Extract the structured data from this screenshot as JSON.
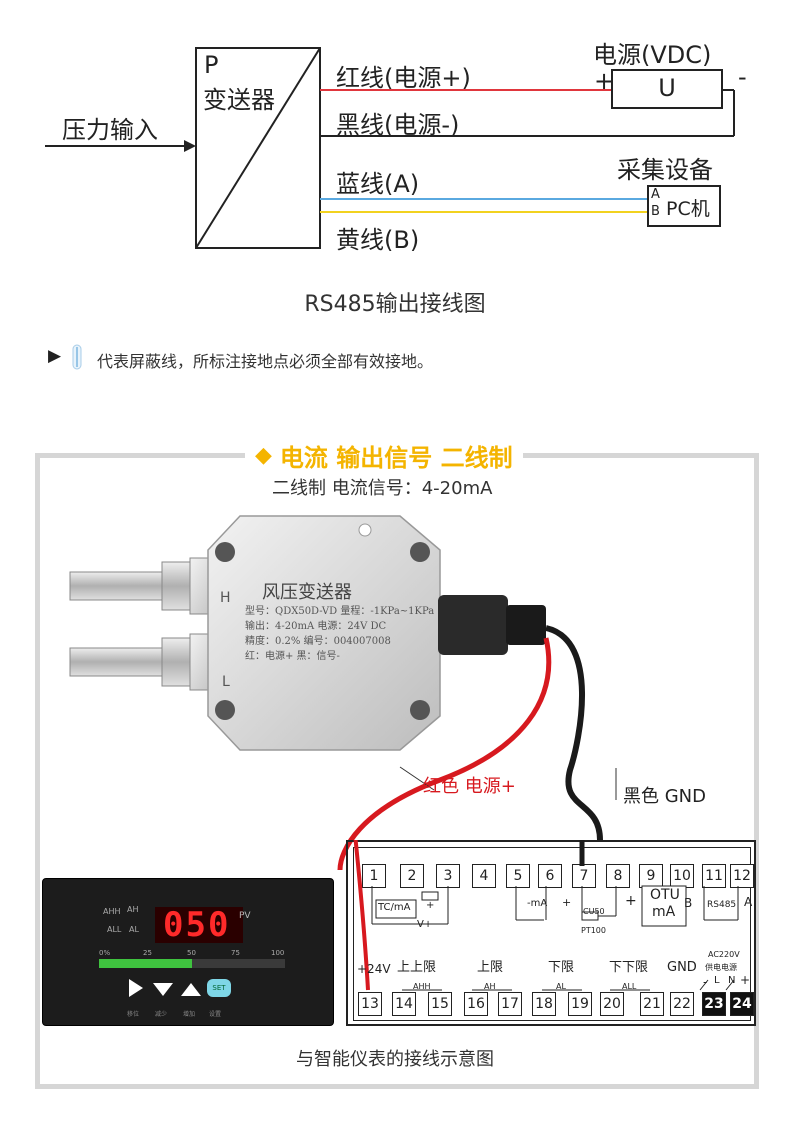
{
  "rs485": {
    "transmitter_p": "P",
    "transmitter_name": "变送器",
    "pressure_input": "压力输入",
    "red_wire": "红线(电源+)",
    "black_wire": "黑线(电源-)",
    "blue_wire": "蓝线(A)",
    "yellow_wire": "黄线(B)",
    "power_title": "电源(VDC)",
    "power_plus": "+",
    "power_minus": "-",
    "power_u": "U",
    "collector_title": "采集设备",
    "collector_a": "A",
    "collector_b": "B",
    "collector_pc": "PC机",
    "caption": "RS485输出接线图"
  },
  "note": {
    "arrow": "▶",
    "text": "代表屏蔽线，所标注接地点必须全部有效接地。"
  },
  "current_section": {
    "title": "电流 输出信号 二线制",
    "subtitle": "二线制 电流信号：4-20mA",
    "device_label": "风压变送器",
    "device_lines": [
      "型号：QDX50D-VD  量程：-1KPa~1KPa",
      "输出：4-20mA     电源：24V DC",
      "精度：0.2%        编号：004007008",
      "红：电源+          黑：信号-"
    ],
    "port_h": "H",
    "port_l": "L",
    "red_label": "红色 电源+",
    "black_label": "黑色 GND",
    "caption": "与智能仪表的接线示意图"
  },
  "meter": {
    "display": "050",
    "pv": "PV",
    "alarms": [
      "AHH",
      "AH",
      "ALL",
      "AL"
    ],
    "scale": [
      "0%",
      "25",
      "50",
      "75",
      "100"
    ],
    "bar_fraction": 0.5,
    "set_label": "SET",
    "button_labels": [
      "移位",
      "减少",
      "增加",
      "设置"
    ]
  },
  "terminal": {
    "top": [
      "1",
      "2",
      "3",
      "4",
      "5",
      "6",
      "7",
      "8",
      "9",
      "10",
      "11",
      "12"
    ],
    "bottom": [
      "13",
      "14",
      "15",
      "16",
      "17",
      "18",
      "19",
      "20",
      "21",
      "22",
      "23",
      "24"
    ],
    "tc_ma": "TC/mA",
    "v_plus": "V+",
    "minus_ma": "-mA",
    "cu50": "CU50",
    "pt100": "PT100",
    "otu": "OTU",
    "ma": "mA",
    "b": "B",
    "rs485": "RS485",
    "a": "A",
    "plus24": "+24V",
    "upper_upper": "上上限",
    "upper": "上限",
    "lower": "下限",
    "lower_lower": "下下限",
    "gnd": "GND",
    "ac220": "AC220V",
    "supply": "供电电源",
    "ahh": "AHH",
    "ah": "AH",
    "al": "AL",
    "all": "ALL",
    "minus": "-",
    "plus": "+",
    "l": "L",
    "n": "N"
  }
}
